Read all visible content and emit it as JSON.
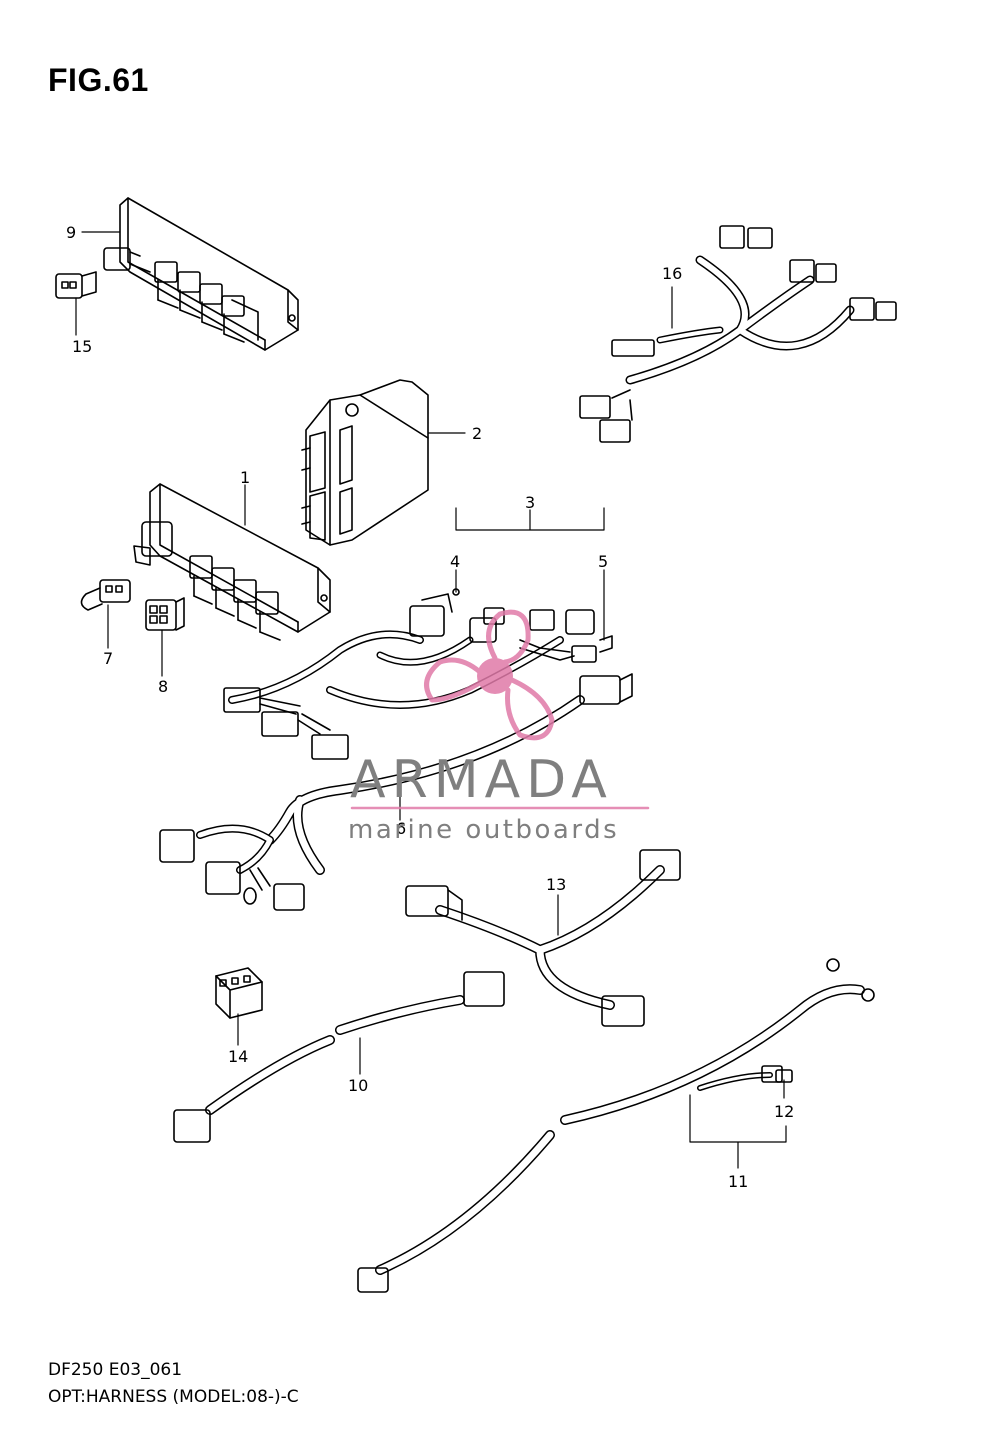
{
  "figure": {
    "title": "FIG.61",
    "code": "DF250 E03_061",
    "caption": "OPT:HARNESS (MODEL:08-)-C"
  },
  "watermark": {
    "brand": "ARMADA",
    "tagline": "marine outboards",
    "logo_color": "#e07aa8",
    "text_color": "#7f7f7f"
  },
  "parts": [
    {
      "id": "1",
      "label": "1"
    },
    {
      "id": "2",
      "label": "2"
    },
    {
      "id": "3",
      "label": "3"
    },
    {
      "id": "4",
      "label": "4"
    },
    {
      "id": "5",
      "label": "5"
    },
    {
      "id": "6",
      "label": "6"
    },
    {
      "id": "7",
      "label": "7"
    },
    {
      "id": "8",
      "label": "8"
    },
    {
      "id": "9",
      "label": "9"
    },
    {
      "id": "10",
      "label": "10"
    },
    {
      "id": "11",
      "label": "11"
    },
    {
      "id": "12",
      "label": "12"
    },
    {
      "id": "13",
      "label": "13"
    },
    {
      "id": "14",
      "label": "14"
    },
    {
      "id": "15",
      "label": "15"
    },
    {
      "id": "16",
      "label": "16"
    }
  ]
}
